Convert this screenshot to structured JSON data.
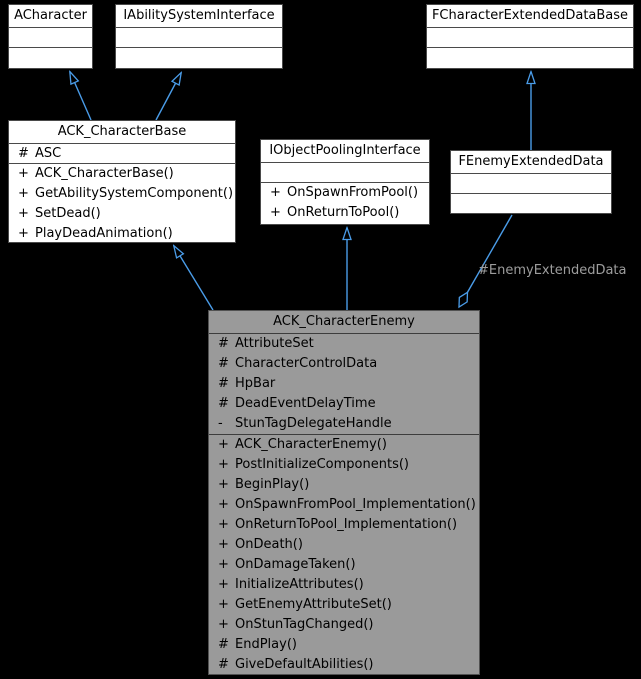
{
  "diagram": {
    "background_color": "#000000",
    "edge_color": "#4a9ce8",
    "edge_label_color": "#9d9d9d",
    "highlight_fill": "#9a9a9a",
    "box_fill": "#ffffff",
    "edge_label": "#EnemyExtendedData",
    "classes": [
      {
        "title": "ACharacter",
        "attributes": [],
        "methods": []
      },
      {
        "title": "IAbilitySystemInterface",
        "attributes": [],
        "methods": []
      },
      {
        "title": "FCharacterExtendedDataBase",
        "attributes": [],
        "methods": []
      },
      {
        "title": "ACK_CharacterBase",
        "attributes": [
          "# ASC"
        ],
        "methods": [
          "+ ACK_CharacterBase()",
          "+ GetAbilitySystemComponent()",
          "+ SetDead()",
          "+ PlayDeadAnimation()"
        ]
      },
      {
        "title": "IObjectPoolingInterface",
        "attributes": [],
        "methods": [
          "+ OnSpawnFromPool()",
          "+ OnReturnToPool()"
        ]
      },
      {
        "title": "FEnemyExtendedData",
        "attributes": [],
        "methods": []
      },
      {
        "title": "ACK_CharacterEnemy",
        "attributes": [
          "# AttributeSet",
          "# CharacterControlData",
          "# HpBar",
          "# DeadEventDelayTime",
          "- StunTagDelegateHandle"
        ],
        "methods": [
          "+ ACK_CharacterEnemy()",
          "+ PostInitializeComponents()",
          "+ BeginPlay()",
          "+ OnSpawnFromPool_Implementation()",
          "+ OnReturnToPool_Implementation()",
          "+ OnDeath()",
          "+ OnDamageTaken()",
          "+ InitializeAttributes()",
          "+ GetEnemyAttributeSet()",
          "+ OnStunTagChanged()",
          "# EndPlay()",
          "# GiveDefaultAbilities()"
        ]
      }
    ],
    "relations": [
      {
        "from": "ACK_CharacterBase",
        "to": "ACharacter",
        "type": "inheritance"
      },
      {
        "from": "ACK_CharacterBase",
        "to": "IAbilitySystemInterface",
        "type": "inheritance"
      },
      {
        "from": "ACK_CharacterEnemy",
        "to": "ACK_CharacterBase",
        "type": "inheritance"
      },
      {
        "from": "ACK_CharacterEnemy",
        "to": "IObjectPoolingInterface",
        "type": "inheritance"
      },
      {
        "from": "FEnemyExtendedData",
        "to": "FCharacterExtendedDataBase",
        "type": "inheritance"
      },
      {
        "from": "FEnemyExtendedData",
        "to": "ACK_CharacterEnemy",
        "type": "aggregation",
        "label": "#EnemyExtendedData"
      }
    ]
  }
}
